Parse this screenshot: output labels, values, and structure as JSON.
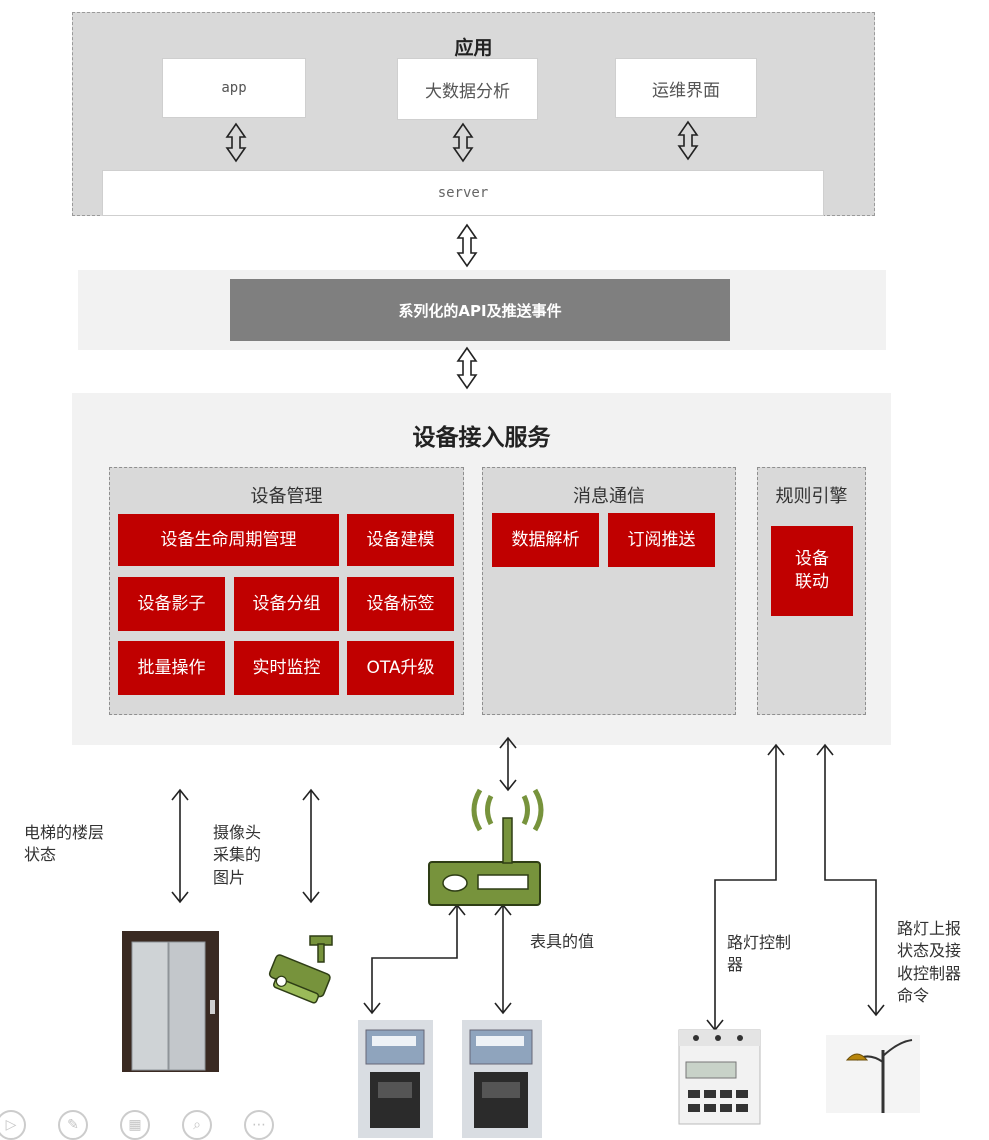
{
  "app_layer": {
    "title": "应用",
    "boxes": {
      "app": "app",
      "bigdata": "大数据分析",
      "ops": "运维界面"
    },
    "server": "server"
  },
  "api_bar": "系列化的API及推送事件",
  "service": {
    "title": "设备接入服务",
    "device_mgmt": {
      "title": "设备管理",
      "items": [
        "设备生命周期管理",
        "设备建模",
        "设备影子",
        "设备分组",
        "设备标签",
        "批量操作",
        "实时监控",
        "OTA升级"
      ]
    },
    "messaging": {
      "title": "消息通信",
      "items": [
        "数据解析",
        "订阅推送"
      ]
    },
    "rules": {
      "title": "规则引擎",
      "item": "设备\n联动"
    }
  },
  "device_labels": {
    "elevator": "电梯的楼层\n状态",
    "camera": "摄像头\n采集的\n图片",
    "meter": "表具的值",
    "controller": "路灯控制\n器",
    "streetlight": "路灯上报\n状态及接\n收控制器\n命令"
  },
  "icons": [
    "elevator-icon",
    "camera-icon",
    "router-icon",
    "meter-icon",
    "timer-controller-icon",
    "street-lamp-icon"
  ],
  "colors": {
    "accent_red": "#c00000",
    "api_gray": "#7f7f7f",
    "panel_gray": "#d9d9d9",
    "band_gray": "#f2f2f2",
    "router_green": "#77933c"
  }
}
